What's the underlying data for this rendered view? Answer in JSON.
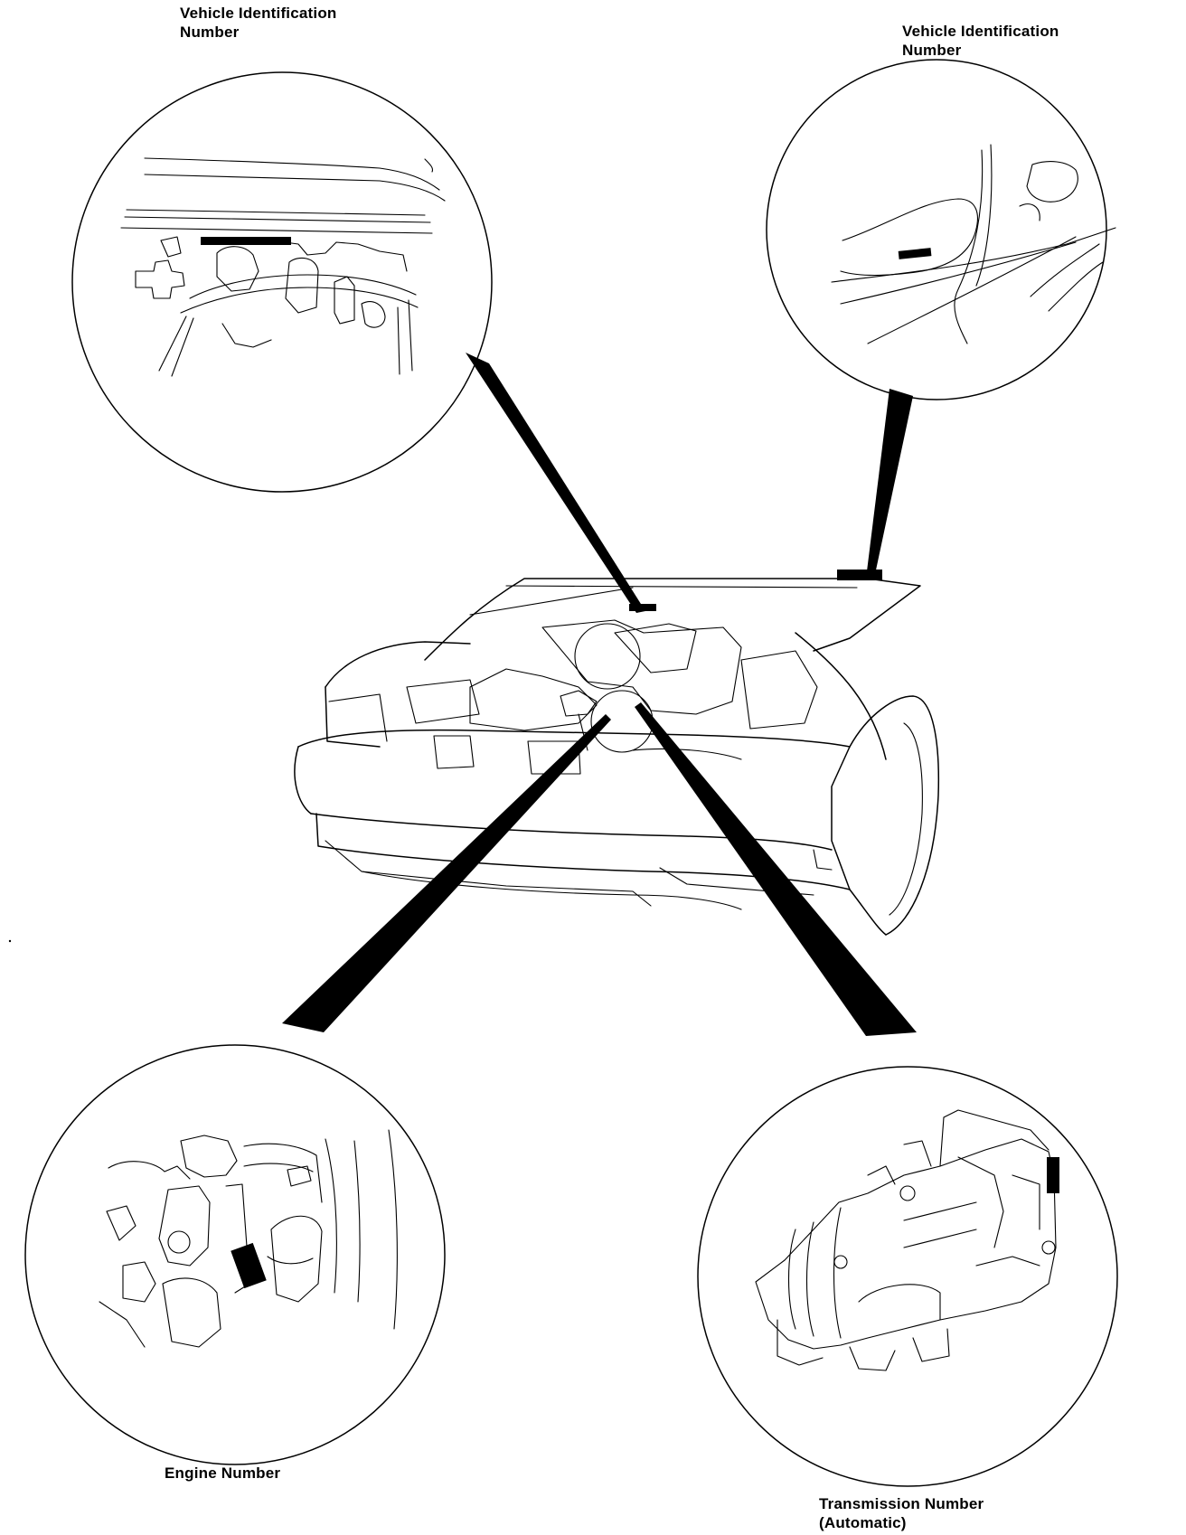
{
  "callouts": {
    "vin_top_left": {
      "line1": "Vehicle Identification",
      "line2": "Number"
    },
    "vin_top_right": {
      "line1": "Vehicle Identification",
      "line2": "Number"
    },
    "engine": {
      "line1": "Engine Number"
    },
    "transmission": {
      "line1": "Transmission Number",
      "line2": "(Automatic)"
    }
  },
  "colors": {
    "ink": "#000000",
    "paper": "#ffffff"
  }
}
